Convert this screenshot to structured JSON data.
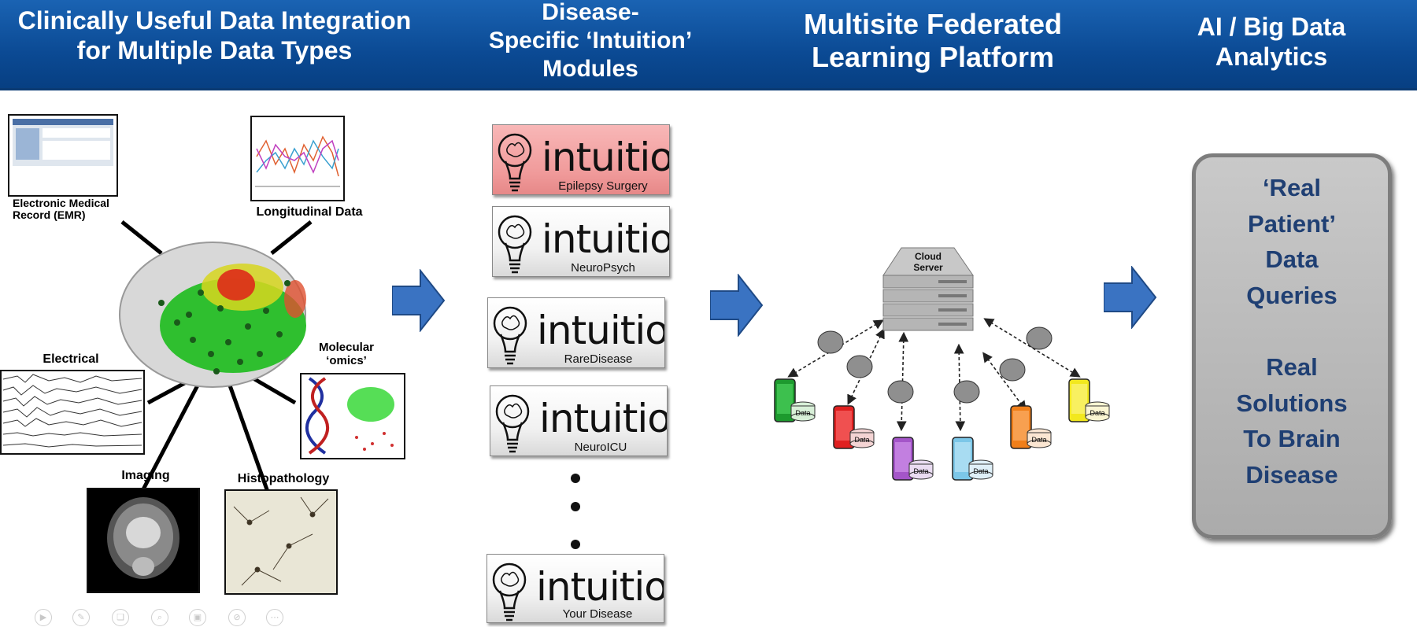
{
  "header": {
    "col1_line1": "Clinically Useful Data Integration",
    "col1_line2": "for Multiple Data Types",
    "col2_line1": "Disease-",
    "col2_line2": "Specific ‘Intuition’",
    "col2_line3": "Modules",
    "col3_line1": "Multisite Federated",
    "col3_line2": "Learning Platform",
    "col4_line1": "AI / Big Data",
    "col4_line2": "Analytics"
  },
  "data_types": {
    "emr_line1": "Electronic Medical",
    "emr_line2": "Record (EMR)",
    "longitudinal": "Longitudinal Data",
    "electrical": "Electrical",
    "molecular_line1": "Molecular",
    "molecular_line2": "‘omics’",
    "imaging": "Imaging",
    "histopathology": "Histopathology"
  },
  "modules": {
    "word": "intuition",
    "items": [
      {
        "label": "Epilepsy Surgery"
      },
      {
        "label": "NeuroPsych"
      },
      {
        "label": "RareDisease"
      },
      {
        "label": "NeuroICU"
      },
      {
        "label": "Your Disease"
      }
    ]
  },
  "federated": {
    "server_line1": "Cloud",
    "server_line2": "Server",
    "device_label": "Data"
  },
  "analytics": {
    "line1": "‘Real",
    "line2": "Patient’",
    "line3": "Data",
    "line4": "Queries",
    "line5": "Real",
    "line6": "Solutions",
    "line7": "To Brain",
    "line8": "Disease"
  },
  "colors": {
    "header_blue": "#0b4a94",
    "arrow_blue": "#3a73c2",
    "module_highlight": "#f09a9a",
    "result_text": "#1f3f73",
    "phone_colors": [
      "#1d9a2e",
      "#e02020",
      "#a455c9",
      "#7cc7e8",
      "#f07f1a",
      "#f2e81e"
    ]
  },
  "icons": [
    "play-icon",
    "pen-icon",
    "copy-icon",
    "zoom-icon",
    "screen-icon",
    "slash-icon",
    "more-icon"
  ]
}
